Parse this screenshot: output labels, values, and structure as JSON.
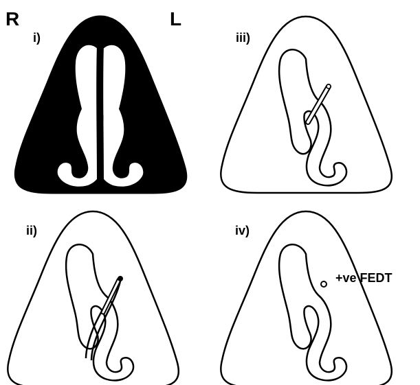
{
  "side_labels": {
    "right": "R",
    "left": "L"
  },
  "panels": [
    {
      "id": "i",
      "label": "i)"
    },
    {
      "id": "ii",
      "label": "ii)"
    },
    {
      "id": "iii",
      "label": "iii)"
    },
    {
      "id": "iv",
      "label": "iv)"
    }
  ],
  "annotation": "+ve FEDT"
}
